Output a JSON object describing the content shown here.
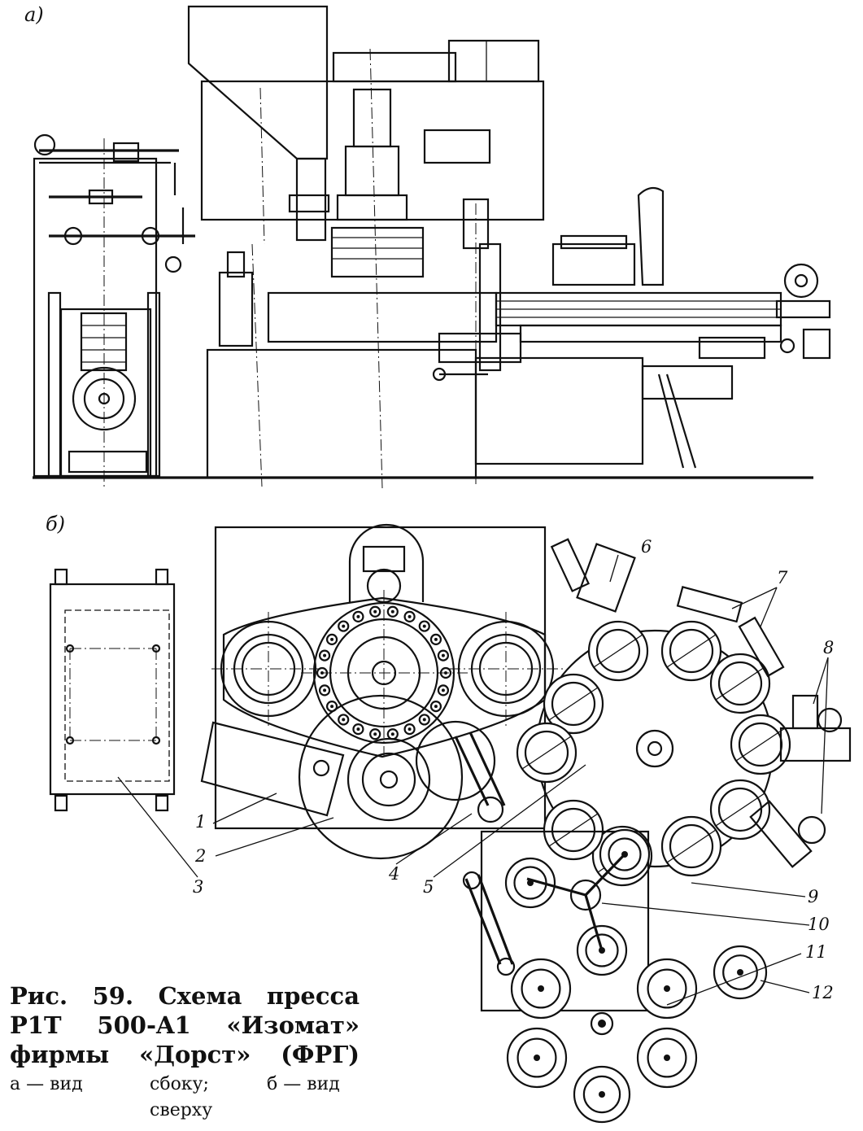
{
  "panels": {
    "a": "a)",
    "b": "б)"
  },
  "callouts": [
    "1",
    "2",
    "3",
    "4",
    "5",
    "6",
    "7",
    "8",
    "9",
    "10",
    "11",
    "12"
  ],
  "caption": {
    "title_line1": "Рис. 59. Схема пресса",
    "title_line2": "P1T 500-A1 «Изомат»",
    "title_line3": "фирмы «Дорст» (ФРГ)",
    "sub_a": "а — вид",
    "sub_side": "сбоку;",
    "sub_b": "б — вид",
    "sub_top": "сверху"
  }
}
